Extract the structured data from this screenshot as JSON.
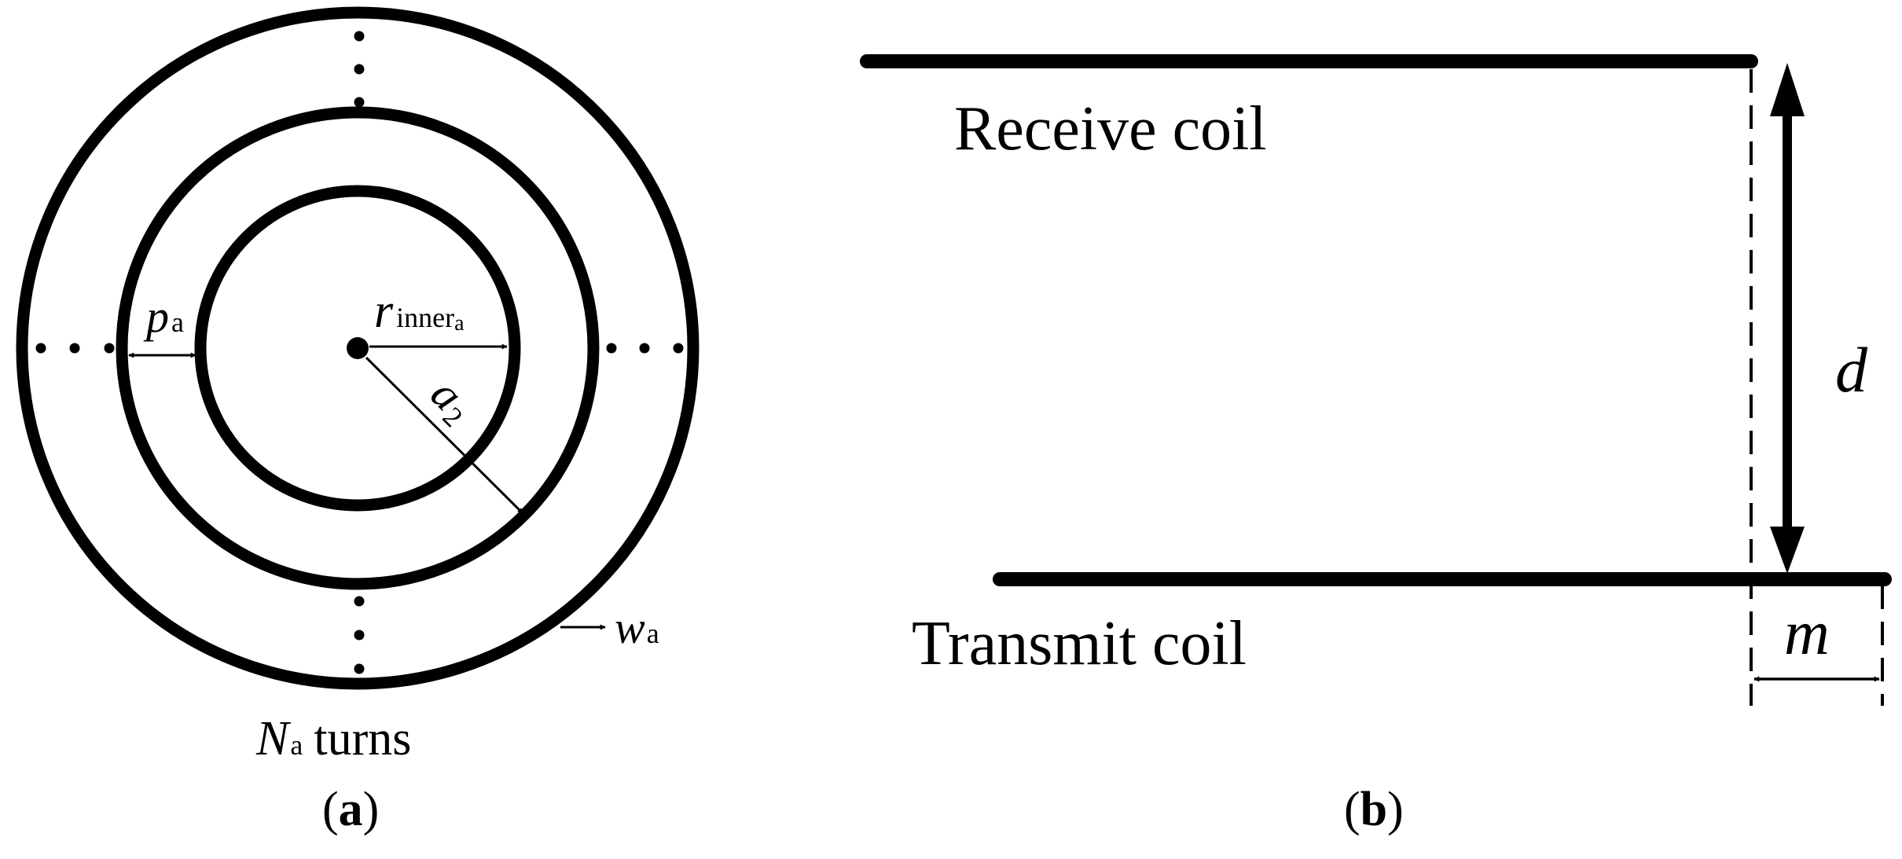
{
  "panel_a": {
    "label_p": "p",
    "label_p_sub": "a",
    "label_r": "r",
    "label_r_sub": "inner",
    "label_r_subsub": "a",
    "label_a": "a",
    "label_a_sub": "2",
    "label_w": "w",
    "label_w_sub": "a",
    "label_N": "N",
    "label_N_sub": "a",
    "label_turns": "turns",
    "caption_open": "(",
    "caption_letter": "a",
    "caption_close": ")"
  },
  "panel_b": {
    "receive_label": "Receive coil",
    "transmit_label": "Transmit coil",
    "label_d": "d",
    "label_m": "m",
    "caption_open": "(",
    "caption_letter": "b",
    "caption_close": ")"
  },
  "colors": {
    "ink": "#000000",
    "background": "#ffffff"
  }
}
